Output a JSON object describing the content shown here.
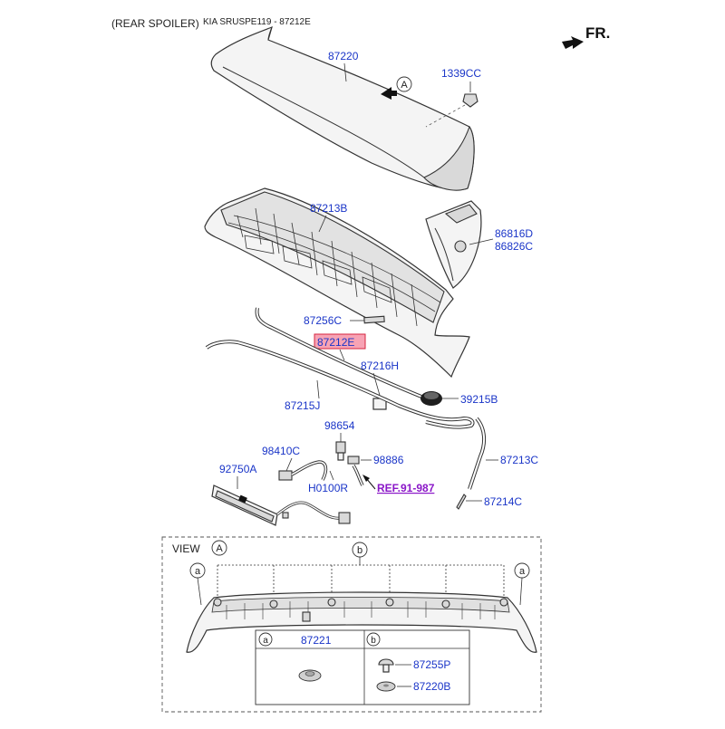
{
  "header": {
    "title": "(REAR SPOILER)",
    "subtitle": "KIA SRUSPE119 - 87212E",
    "direction": "FR."
  },
  "callouts": {
    "p87220": "87220",
    "p1339CC": "1339CC",
    "p87213B": "87213B",
    "p86816D": "86816D",
    "p86826C": "86826C",
    "p87256C": "87256C",
    "p87212E": "87212E",
    "p87216H": "87216H",
    "p87215J": "87215J",
    "p39215B": "39215B",
    "p98654": "98654",
    "p98410C": "98410C",
    "p98886": "98886",
    "p92750A": "92750A",
    "pH0100R": "H0100R",
    "ref": "REF.91-987",
    "p87213C": "87213C",
    "p87214C": "87214C"
  },
  "markers": {
    "A": "A",
    "a": "a",
    "b": "b"
  },
  "view": {
    "title": "VIEW",
    "letter": "A",
    "table": {
      "col_a_letter": "a",
      "col_a_part": "87221",
      "col_b_letter": "b",
      "col_b_part_1": "87255P",
      "col_b_part_2": "87220B"
    }
  },
  "colors": {
    "label_blue": "#1a35c8",
    "ref_purple": "#8a16c8",
    "highlight_fill": "#f7a3b4",
    "highlight_border": "#d5263f"
  }
}
